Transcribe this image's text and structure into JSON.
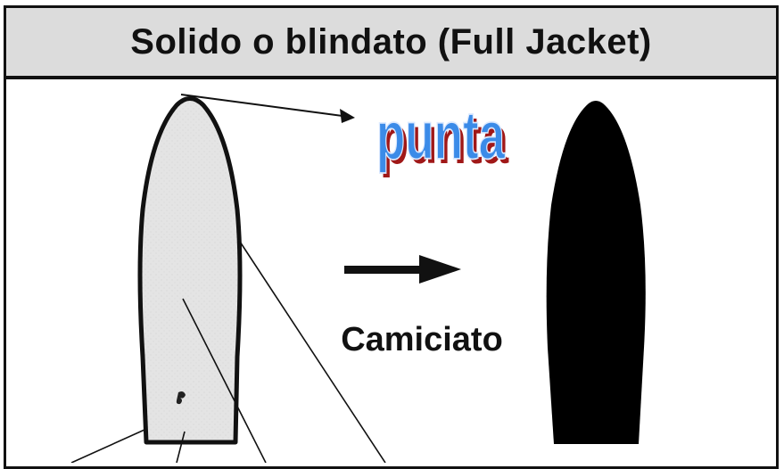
{
  "title": "Solido o blindato (Full Jacket)",
  "labels": {
    "tip": "punta",
    "jacketed": "Camiciato"
  },
  "colors": {
    "title_bg": "#dcdcdc",
    "tip_fill": "#3b8be8",
    "tip_shadow": "#a01818",
    "bullet_fill": "#e4e4e4",
    "solid_fill": "#000000"
  }
}
